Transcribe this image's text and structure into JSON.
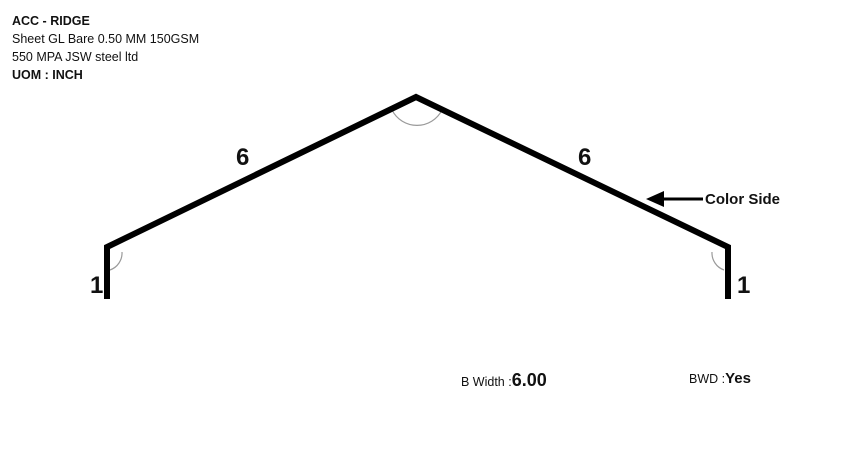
{
  "header": {
    "title": "ACC - RIDGE",
    "material_line1": "Sheet GL Bare 0.50 MM 150GSM",
    "material_line2": "550 MPA JSW steel ltd",
    "uom": "UOM : INCH"
  },
  "profile": {
    "segments": {
      "left_leg": "1",
      "left_slope": "6",
      "right_slope": "6",
      "right_leg": "1"
    },
    "color_side_label": "Color Side"
  },
  "footer": {
    "b_width_label": "B Width :",
    "b_width_value": "6.00",
    "bwd_label": "BWD :",
    "bwd_value": "Yes"
  },
  "colors": {
    "stroke": "#000000",
    "angle_arc": "#9a9a9a"
  }
}
